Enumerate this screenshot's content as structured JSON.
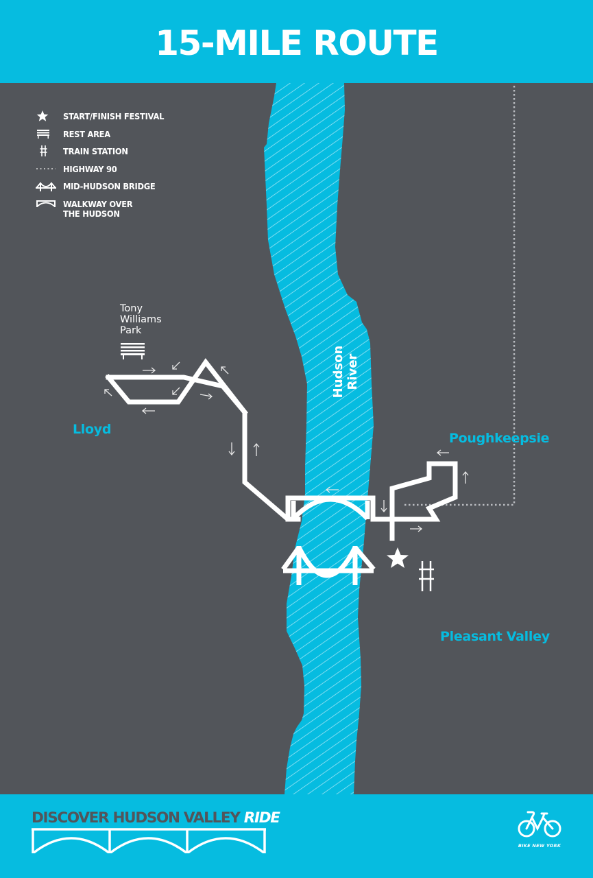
{
  "header": {
    "title": "15-MILE ROUTE"
  },
  "colors": {
    "brand_cyan": "#06bce0",
    "land_gray": "#52555a",
    "route_white": "#ffffff",
    "highway_dots": "#b9bcc0"
  },
  "legend": {
    "items": [
      {
        "icon": "star-icon",
        "label": "START/FINISH FESTIVAL"
      },
      {
        "icon": "bench-icon",
        "label": "REST AREA"
      },
      {
        "icon": "train-track-icon",
        "label": "TRAIN STATION"
      },
      {
        "icon": "dotted-line-icon",
        "label": "HIGHWAY 90"
      },
      {
        "icon": "suspension-bridge-icon",
        "label": "MID-HUDSON BRIDGE"
      },
      {
        "icon": "arch-walkway-icon",
        "label": "WALKWAY OVER\nTHE HUDSON"
      }
    ]
  },
  "map": {
    "river_label": "Hudson River",
    "places": {
      "lloyd": "Lloyd",
      "poughkeepsie": "Poughkeepsie",
      "pleasant_valley": "Pleasant Valley"
    },
    "park_label": "Tony\nWilliams\nPark",
    "markers": {
      "rest_area": "bench-icon",
      "start_finish": "star-icon",
      "train_station": "train-track-icon",
      "bridge": "suspension-bridge-icon",
      "walkway": "arch-walkway-icon"
    },
    "direction_arrows": [
      "→",
      "←",
      "↖",
      "↙",
      "↙",
      "↖",
      "→",
      "↓",
      "↑",
      "←",
      "↓",
      "→",
      "←",
      "↑"
    ]
  },
  "footer": {
    "title_main": "DISCOVER HUDSON VALLEY",
    "title_accent": "RIDE",
    "logo_text": "BIKE NEW YORK"
  }
}
